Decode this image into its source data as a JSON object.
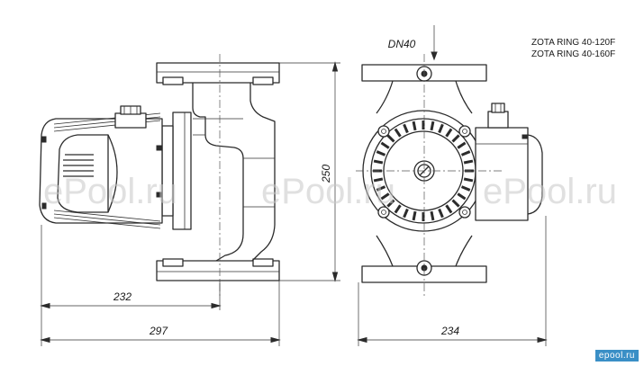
{
  "models": [
    "ZOTA RING 40-120F",
    "ZOTA RING 40-160F"
  ],
  "connection_label": "DN40",
  "dimensions": {
    "body_length": "232",
    "overall_length": "297",
    "flange_to_flange": "250",
    "front_width": "234"
  },
  "watermark": "ePool.ru",
  "brand_badge": "epool.ru",
  "colors": {
    "line": "#2b2b2b",
    "badge": "#3a8fc6"
  }
}
